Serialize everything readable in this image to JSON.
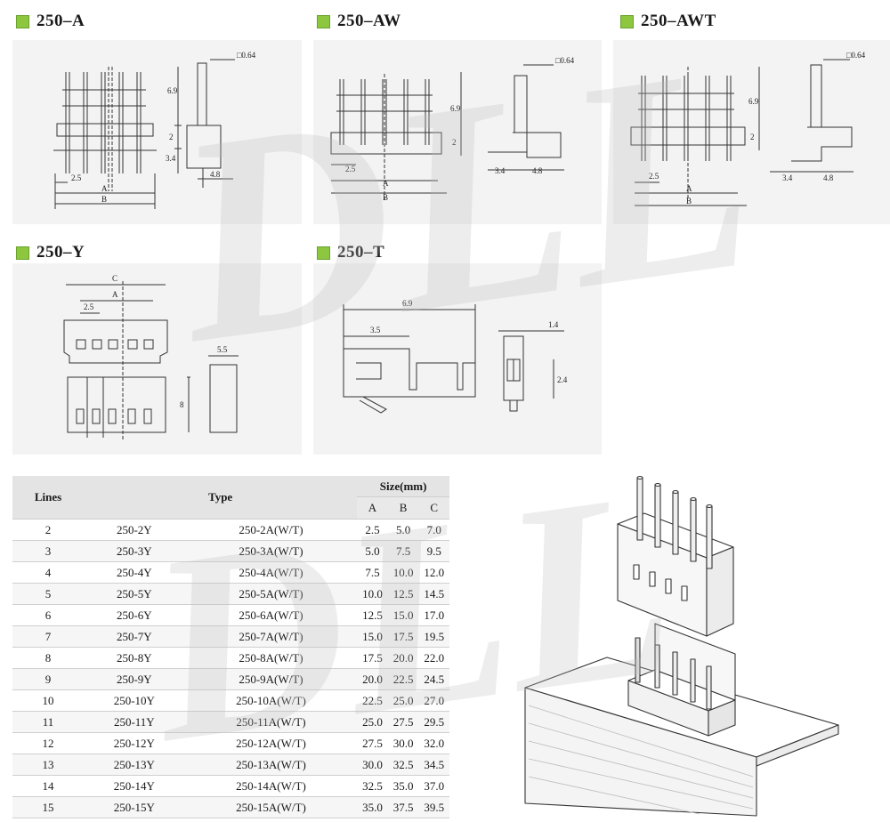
{
  "titles": {
    "a": "250–A",
    "aw": "250–AW",
    "awt": "250–AWT",
    "y": "250–Y",
    "t": "250–T"
  },
  "dims": {
    "pin": "□0.64",
    "h69": "6.9",
    "h2": "2",
    "h34": "3.4",
    "w48": "4.8",
    "w34": "3.4",
    "pitch": "2.5",
    "A": "A",
    "B": "B",
    "C": "C",
    "w55": "5.5",
    "h8": "8",
    "t69": "6.9",
    "t35": "3.5",
    "t14": "1.4",
    "t24": "2.4"
  },
  "watermark": "DLL",
  "table": {
    "head_lines": "Lines",
    "head_type": "Type",
    "head_size": "Size(mm)",
    "head_a": "A",
    "head_b": "B",
    "head_c": "C",
    "rows": [
      [
        "2",
        "250-2Y",
        "250-2A(W/T)",
        "2.5",
        "5.0",
        "7.0"
      ],
      [
        "3",
        "250-3Y",
        "250-3A(W/T)",
        "5.0",
        "7.5",
        "9.5"
      ],
      [
        "4",
        "250-4Y",
        "250-4A(W/T)",
        "7.5",
        "10.0",
        "12.0"
      ],
      [
        "5",
        "250-5Y",
        "250-5A(W/T)",
        "10.0",
        "12.5",
        "14.5"
      ],
      [
        "6",
        "250-6Y",
        "250-6A(W/T)",
        "12.5",
        "15.0",
        "17.0"
      ],
      [
        "7",
        "250-7Y",
        "250-7A(W/T)",
        "15.0",
        "17.5",
        "19.5"
      ],
      [
        "8",
        "250-8Y",
        "250-8A(W/T)",
        "17.5",
        "20.0",
        "22.0"
      ],
      [
        "9",
        "250-9Y",
        "250-9A(W/T)",
        "20.0",
        "22.5",
        "24.5"
      ],
      [
        "10",
        "250-10Y",
        "250-10A(W/T)",
        "22.5",
        "25.0",
        "27.0"
      ],
      [
        "11",
        "250-11Y",
        "250-11A(W/T)",
        "25.0",
        "27.5",
        "29.5"
      ],
      [
        "12",
        "250-12Y",
        "250-12A(W/T)",
        "27.5",
        "30.0",
        "32.0"
      ],
      [
        "13",
        "250-13Y",
        "250-13A(W/T)",
        "30.0",
        "32.5",
        "34.5"
      ],
      [
        "14",
        "250-14Y",
        "250-14A(W/T)",
        "32.5",
        "35.0",
        "37.0"
      ],
      [
        "15",
        "250-15Y",
        "250-15A(W/T)",
        "35.0",
        "37.5",
        "39.5"
      ]
    ]
  },
  "colors": {
    "accent": "#8dc63f",
    "panel": "#f3f3f3"
  }
}
